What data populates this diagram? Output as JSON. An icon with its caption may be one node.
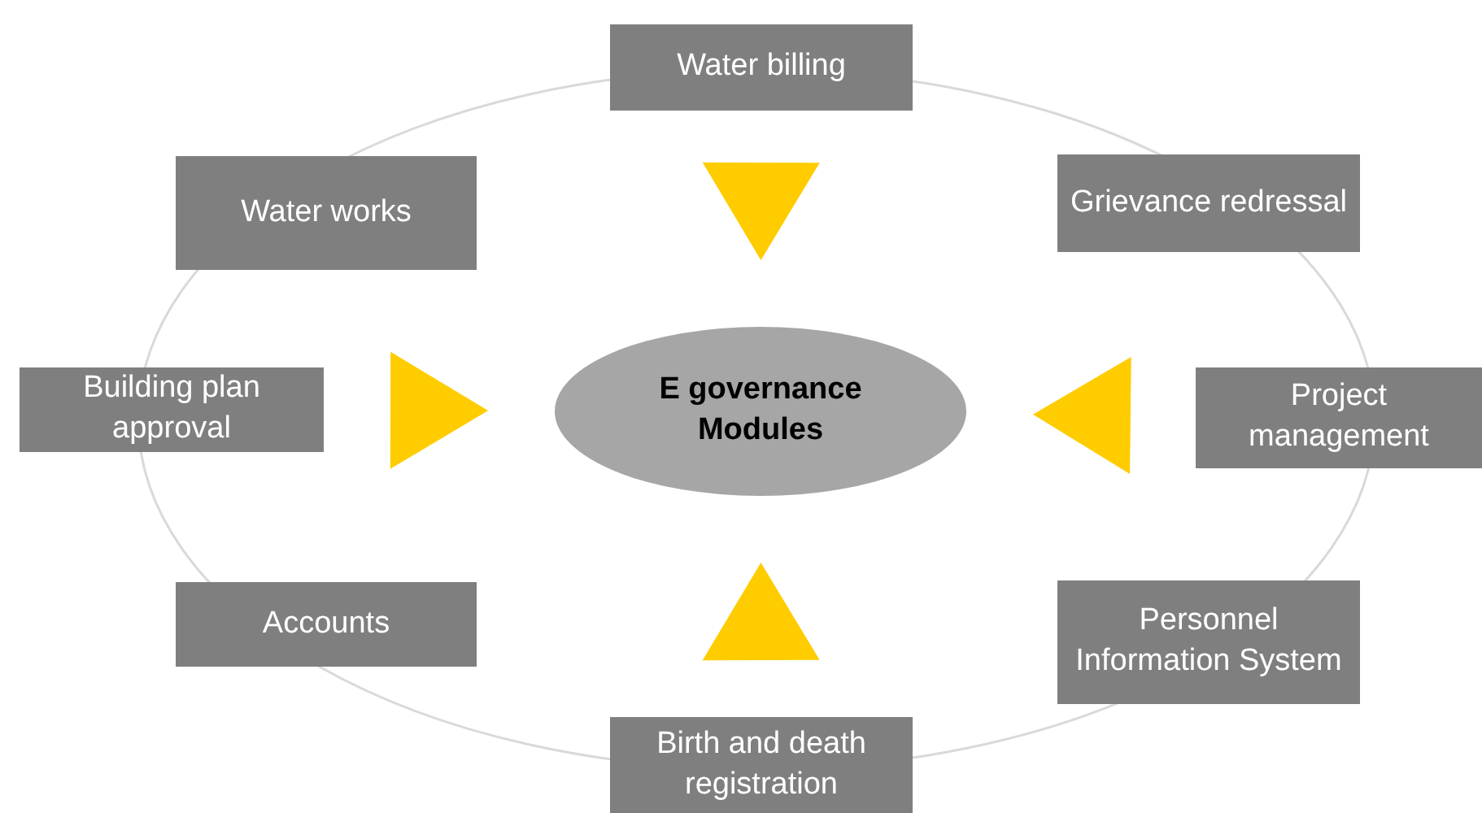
{
  "diagram": {
    "nodes": [
      {
        "text": [
          "Water billing"
        ]
      },
      {
        "text": [
          "Water works"
        ]
      },
      {
        "text": [
          "Grievance redressal"
        ]
      },
      {
        "text": [
          "Building plan approval"
        ]
      },
      {
        "text": [
          "E governance Modules"
        ]
      },
      {
        "text": [
          "Project management"
        ]
      },
      {
        "text": [
          "Accounts"
        ]
      },
      {
        "text": [
          "Personnel Information System"
        ]
      },
      {
        "text": [
          "Birth and death registration"
        ]
      }
    ],
    "edges": [
      {
        "from": 0,
        "to": 4,
        "arrow": "to"
      },
      {
        "from": 3,
        "to": 4,
        "arrow": "to"
      },
      {
        "from": 5,
        "to": 4,
        "arrow": "to"
      },
      {
        "from": 8,
        "to": 4,
        "arrow": "to"
      }
    ]
  }
}
